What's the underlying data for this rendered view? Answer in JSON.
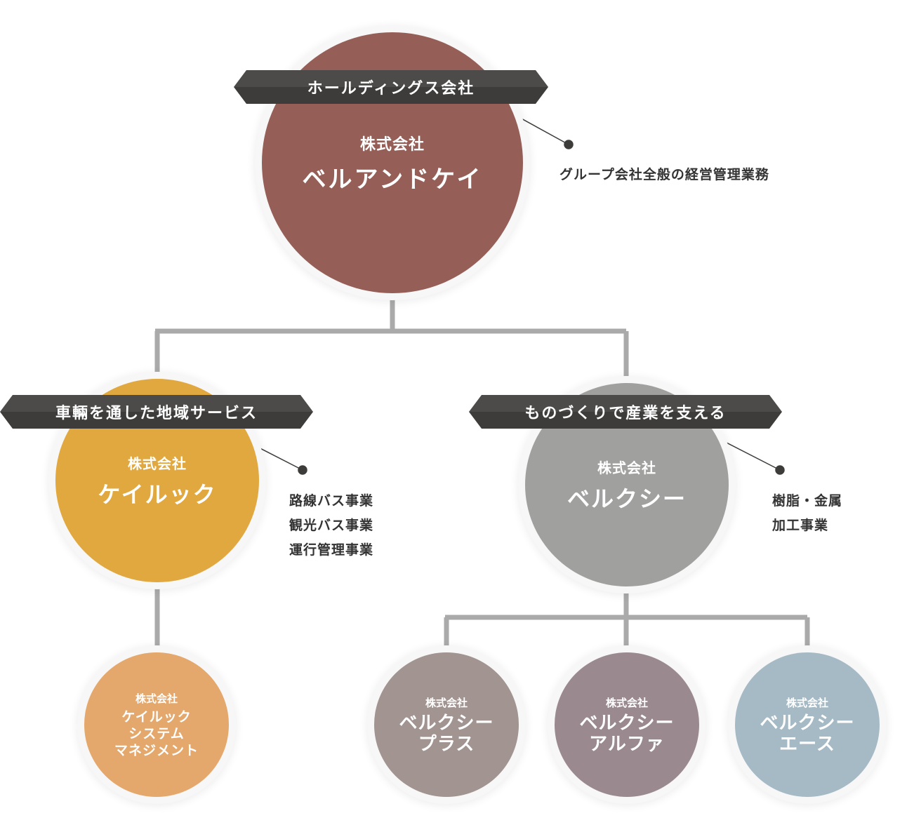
{
  "holding": {
    "banner": "ホールディングス会社",
    "kabushiki": "株式会社",
    "name": "ベルアンドケイ",
    "description": "グループ会社全般の経営管理業務",
    "color": "#955f58"
  },
  "keiluck": {
    "banner": "車輛を通した地域サービス",
    "kabushiki": "株式会社",
    "name": "ケイルック",
    "business": [
      "路線バス事業",
      "観光バス事業",
      "運行管理事業"
    ],
    "color": "#e0a83e"
  },
  "bellxy": {
    "banner": "ものづくりで産業を支える",
    "kabushiki": "株式会社",
    "name": "ベルクシー",
    "business": [
      "樹脂・金属",
      "加工事業"
    ],
    "color": "#a0a19f"
  },
  "subsidiaries": [
    {
      "kabushiki": "株式会社",
      "name_lines": [
        "ケイルック",
        "システム",
        "マネジメント"
      ],
      "color": "#e5a86c"
    },
    {
      "kabushiki": "株式会社",
      "name_lines": [
        "ベルクシー",
        "プラス"
      ],
      "color": "#a19491"
    },
    {
      "kabushiki": "株式会社",
      "name_lines": [
        "ベルクシー",
        "アルファ"
      ],
      "color": "#9a8a90"
    },
    {
      "kabushiki": "株式会社",
      "name_lines": [
        "ベルクシー",
        "エース"
      ],
      "color": "#a6bac6"
    }
  ]
}
